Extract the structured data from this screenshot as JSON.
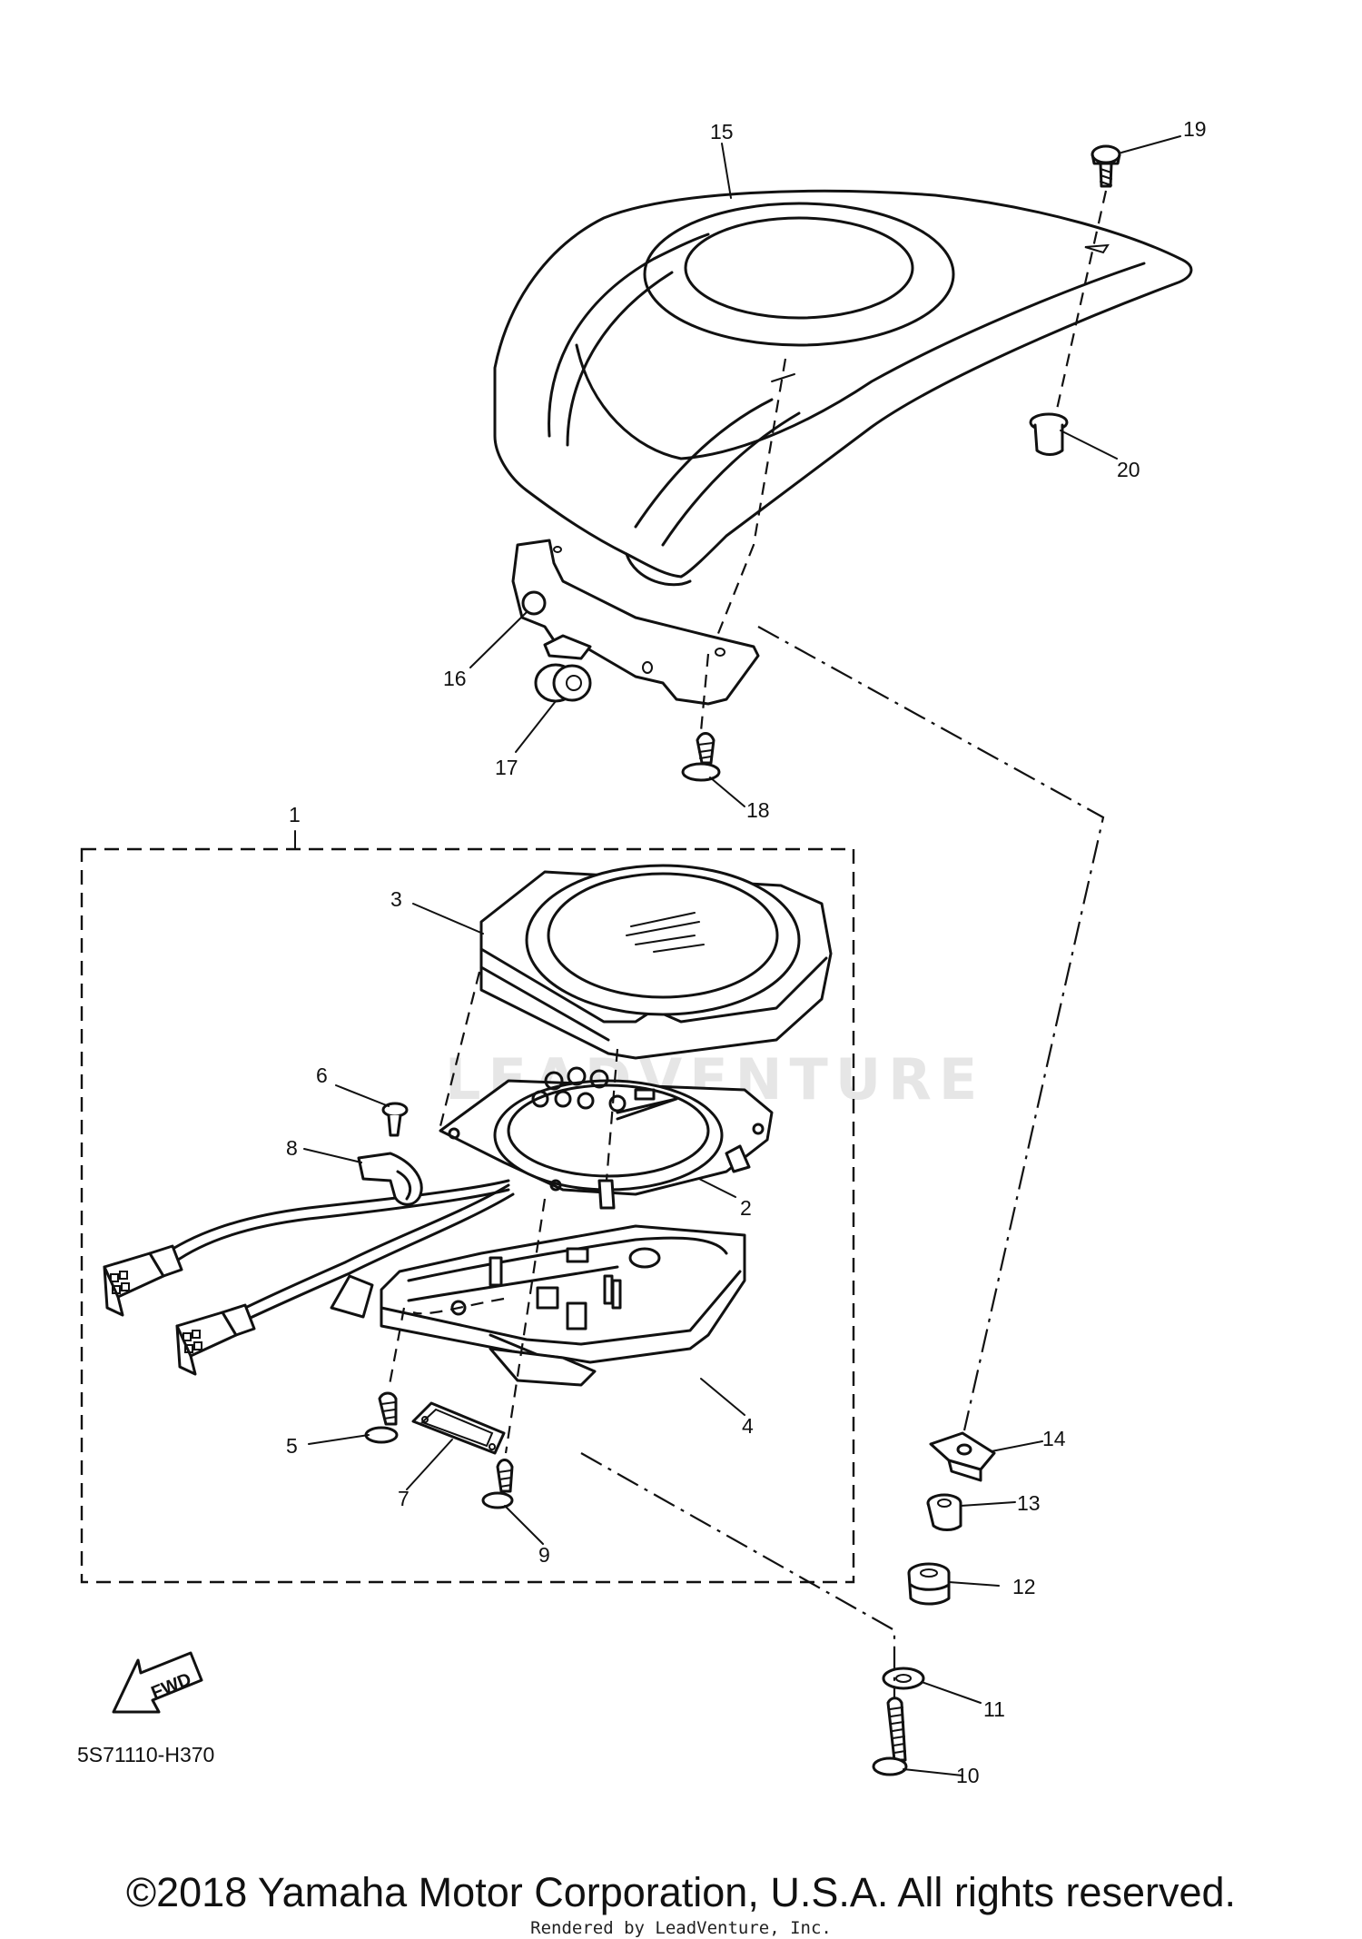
{
  "diagram": {
    "watermark": "LEADVENTURE",
    "fwd_label": "FWD",
    "diagram_code": "5S71110-H370",
    "callouts": [
      "1",
      "2",
      "3",
      "4",
      "5",
      "6",
      "7",
      "8",
      "9",
      "10",
      "11",
      "12",
      "13",
      "14",
      "15",
      "16",
      "17",
      "18",
      "19",
      "20"
    ]
  },
  "footer": {
    "copyright": "©2018 Yamaha Motor Corporation, U.S.A. All rights reserved.",
    "rendered_by": "Rendered by LeadVenture, Inc."
  }
}
